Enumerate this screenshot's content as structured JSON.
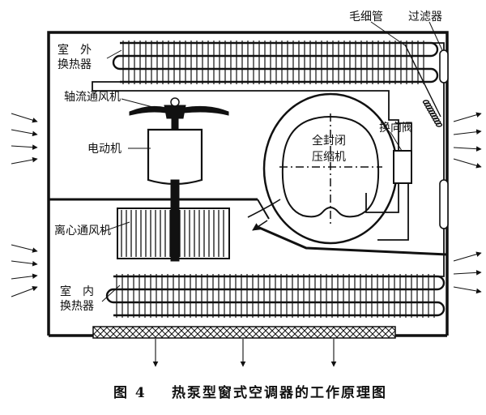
{
  "labels": {
    "outdoor_hx": [
      "室　外",
      "换热器"
    ],
    "capillary": "毛细管",
    "filter": "过滤器",
    "axial_fan": "轴流通风机",
    "motor": "电动机",
    "compressor": [
      "全封闭",
      "压缩机"
    ],
    "reversing_valve": "换向阀",
    "centrifugal_fan": "离心通风机",
    "indoor_hx": [
      "室　内",
      "换热器"
    ]
  },
  "caption": {
    "fig_no": "图 4",
    "title": "热泵型窗式空调器的工作原理图"
  },
  "colors": {
    "ink": "#111111",
    "paper": "#ffffff"
  }
}
